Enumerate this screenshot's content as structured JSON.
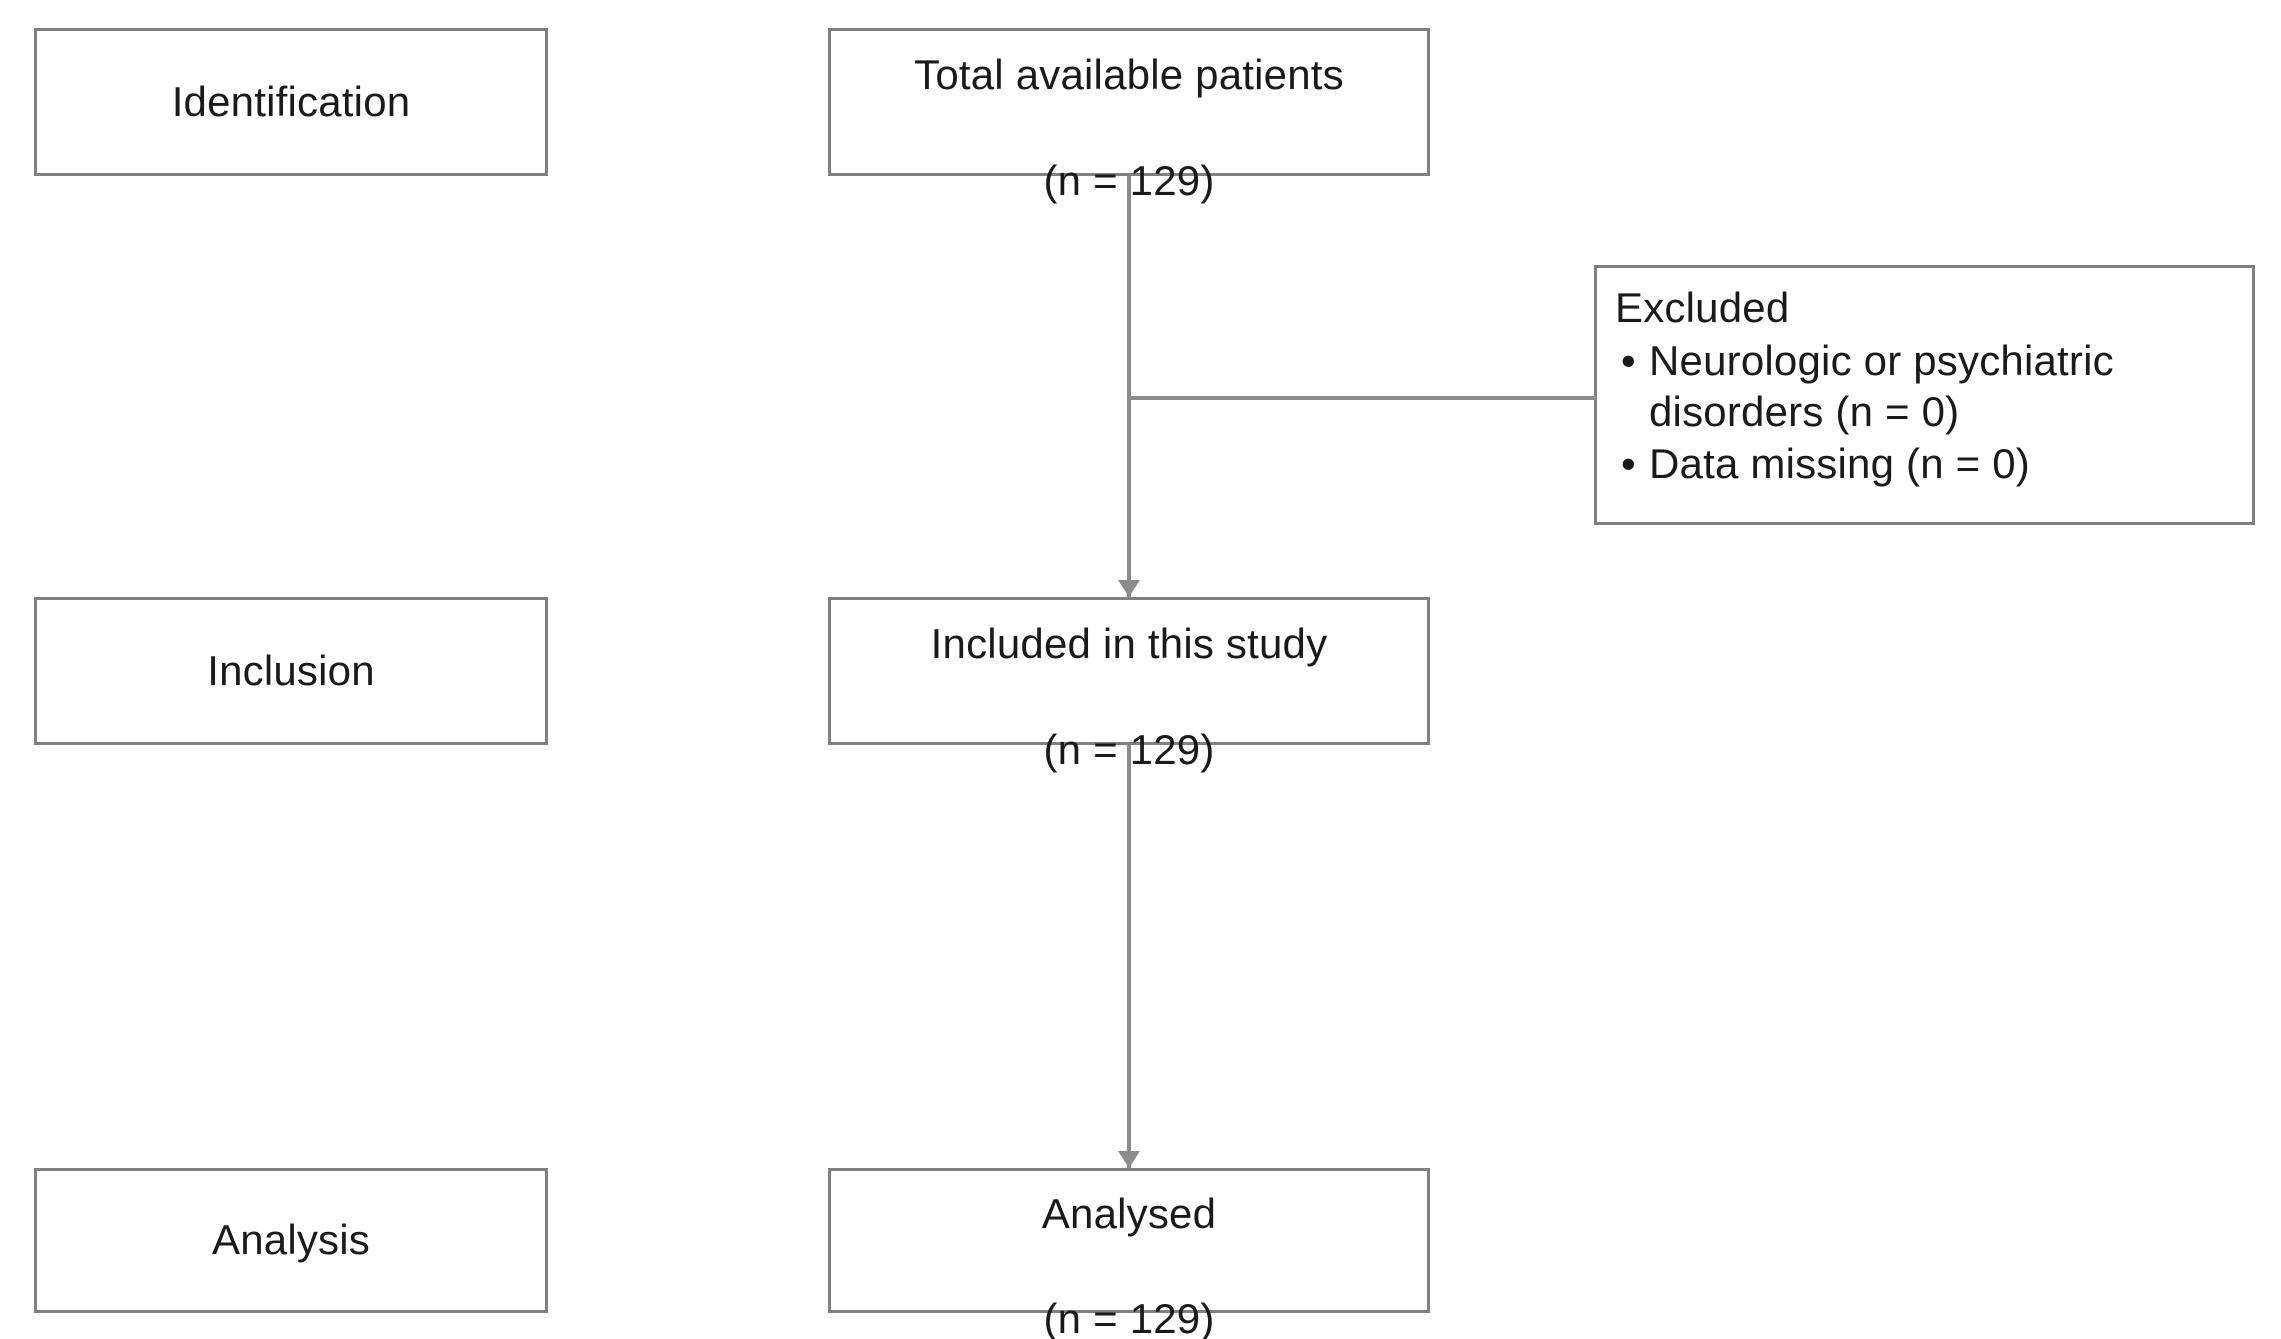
{
  "diagram": {
    "title": "Study participant flow diagram",
    "type": "flowchart",
    "stages": [
      {
        "id": "identification",
        "label": "Identification"
      },
      {
        "id": "inclusion",
        "label": "Inclusion"
      },
      {
        "id": "analysis",
        "label": "Analysis"
      }
    ],
    "flow_nodes": [
      {
        "id": "total-available",
        "label": "Total available patients",
        "count_text": "(n = 129)",
        "count": 129,
        "stage": "identification"
      },
      {
        "id": "included",
        "label": "Included in this study",
        "count_text": "(n = 129)",
        "count": 129,
        "stage": "inclusion"
      },
      {
        "id": "analysed",
        "label": "Analysed",
        "count_text": "(n = 129)",
        "count": 129,
        "stage": "analysis"
      }
    ],
    "excluded": {
      "title": "Excluded",
      "bullet_glyph": "•",
      "items": [
        {
          "label": "Neurologic or psychiatric disorders (n = 0)",
          "count": 0
        },
        {
          "label": "Data missing (n = 0)",
          "count": 0
        }
      ]
    },
    "connectors": [
      {
        "id": "total-to-included",
        "from": "total-available",
        "to": "included",
        "arrow": true
      },
      {
        "id": "branch-excluded",
        "from": "total-to-included",
        "to": "excluded",
        "arrow": false
      },
      {
        "id": "included-to-analysed",
        "from": "included",
        "to": "analysed",
        "arrow": true
      }
    ],
    "colors": {
      "box_border": "#808080",
      "connector": "#8c8c8c",
      "text": "#1a1a1a",
      "background": "#ffffff"
    }
  }
}
